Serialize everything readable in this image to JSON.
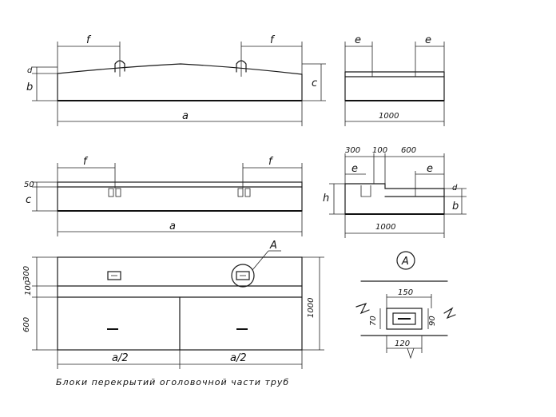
{
  "labels": {
    "f_left": "f",
    "f_right": "f",
    "a_top": "a",
    "b_top": "b",
    "c_top": "c",
    "d_top": "d",
    "e_left": "e",
    "e_right": "e",
    "w_1000_top": "1000",
    "f2_left": "f",
    "f2_right": "f",
    "h_50": "50",
    "c_mid": "c",
    "a_mid": "a",
    "s300": "300",
    "s100": "100",
    "s600": "600",
    "e2_left": "e",
    "e2_right": "e",
    "h_side": "h",
    "d_side": "d",
    "b_side": "b",
    "w_1000_mid": "1000",
    "p300": "300",
    "p100": "100",
    "p600": "600",
    "p1000": "1000",
    "half_left": "a/2",
    "half_right": "a/2",
    "callout_A": "A",
    "detail_A": "A",
    "d150": "150",
    "d70": "70",
    "d90": "90",
    "d120": "120"
  },
  "caption": "Блоки перекрытий оголовочной части труб"
}
